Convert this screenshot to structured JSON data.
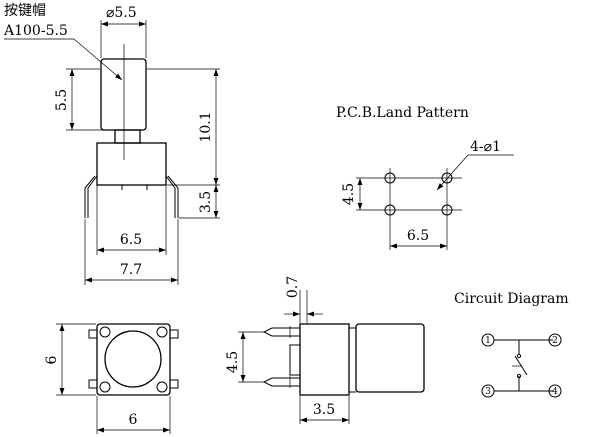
{
  "callout": {
    "cn_label": "按键帽",
    "part_no": "A100-5.5"
  },
  "side_view": {
    "cap_diameter": "⌀5.5",
    "cap_height": "5.5",
    "total_height": "10.1",
    "pin_height": "3.5",
    "body_width": "6.5",
    "lead_span": "7.7"
  },
  "pcb": {
    "title": "P.C.B.Land Pattern",
    "holes": "4-⌀1",
    "v_spacing": "4.5",
    "h_spacing": "6.5"
  },
  "top_view": {
    "height": "6",
    "width": "6"
  },
  "front_view": {
    "pin_thickness": "0.7",
    "pin_pitch": "4.5",
    "depth": "3.5"
  },
  "circuit": {
    "title": "Circuit Diagram",
    "pins": [
      "1",
      "2",
      "3",
      "4"
    ]
  }
}
